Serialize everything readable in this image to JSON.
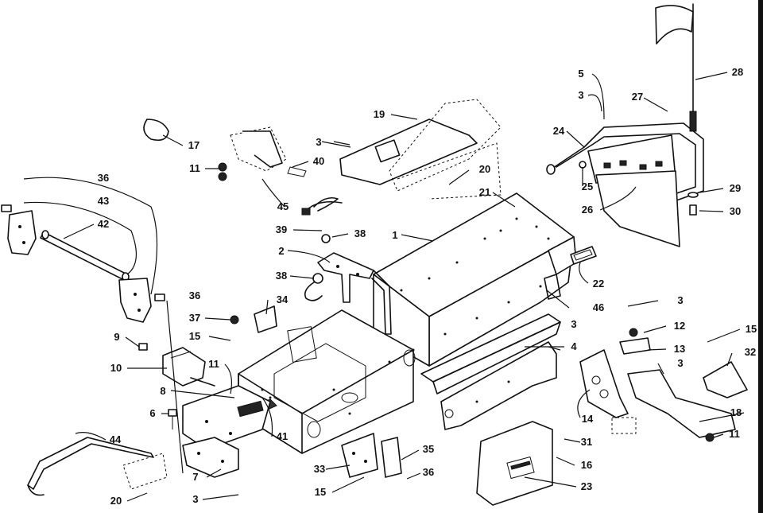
{
  "callouts": [
    {
      "id": "c1",
      "label": "1"
    },
    {
      "id": "c2",
      "label": "2"
    },
    {
      "id": "c3a",
      "label": "3"
    },
    {
      "id": "c3b",
      "label": "3"
    },
    {
      "id": "c3c",
      "label": "3"
    },
    {
      "id": "c3d",
      "label": "3"
    },
    {
      "id": "c3e",
      "label": "3"
    },
    {
      "id": "c3f",
      "label": "3"
    },
    {
      "id": "c4",
      "label": "4"
    },
    {
      "id": "c5",
      "label": "5"
    },
    {
      "id": "c6",
      "label": "6"
    },
    {
      "id": "c7",
      "label": "7"
    },
    {
      "id": "c8",
      "label": "8"
    },
    {
      "id": "c9",
      "label": "9"
    },
    {
      "id": "c10",
      "label": "10"
    },
    {
      "id": "c11a",
      "label": "11"
    },
    {
      "id": "c11b",
      "label": "11"
    },
    {
      "id": "c11c",
      "label": "11"
    },
    {
      "id": "c12",
      "label": "12"
    },
    {
      "id": "c13",
      "label": "13"
    },
    {
      "id": "c14",
      "label": "14"
    },
    {
      "id": "c15a",
      "label": "15"
    },
    {
      "id": "c15b",
      "label": "15"
    },
    {
      "id": "c15c",
      "label": "15"
    },
    {
      "id": "c16",
      "label": "16"
    },
    {
      "id": "c17",
      "label": "17"
    },
    {
      "id": "c18",
      "label": "18"
    },
    {
      "id": "c19",
      "label": "19"
    },
    {
      "id": "c20a",
      "label": "20"
    },
    {
      "id": "c20b",
      "label": "20"
    },
    {
      "id": "c21",
      "label": "21"
    },
    {
      "id": "c22",
      "label": "22"
    },
    {
      "id": "c23",
      "label": "23"
    },
    {
      "id": "c24",
      "label": "24"
    },
    {
      "id": "c25",
      "label": "25"
    },
    {
      "id": "c26",
      "label": "26"
    },
    {
      "id": "c27",
      "label": "27"
    },
    {
      "id": "c28",
      "label": "28"
    },
    {
      "id": "c29",
      "label": "29"
    },
    {
      "id": "c30",
      "label": "30"
    },
    {
      "id": "c31",
      "label": "31"
    },
    {
      "id": "c32",
      "label": "32"
    },
    {
      "id": "c33",
      "label": "33"
    },
    {
      "id": "c34",
      "label": "34"
    },
    {
      "id": "c35",
      "label": "35"
    },
    {
      "id": "c36a",
      "label": "36"
    },
    {
      "id": "c36b",
      "label": "36"
    },
    {
      "id": "c36c",
      "label": "36"
    },
    {
      "id": "c37",
      "label": "37"
    },
    {
      "id": "c38a",
      "label": "38"
    },
    {
      "id": "c38b",
      "label": "38"
    },
    {
      "id": "c39",
      "label": "39"
    },
    {
      "id": "c40",
      "label": "40"
    },
    {
      "id": "c41",
      "label": "41"
    },
    {
      "id": "c42",
      "label": "42"
    },
    {
      "id": "c43",
      "label": "43"
    },
    {
      "id": "c44",
      "label": "44"
    },
    {
      "id": "c45",
      "label": "45"
    },
    {
      "id": "c46",
      "label": "46"
    }
  ]
}
